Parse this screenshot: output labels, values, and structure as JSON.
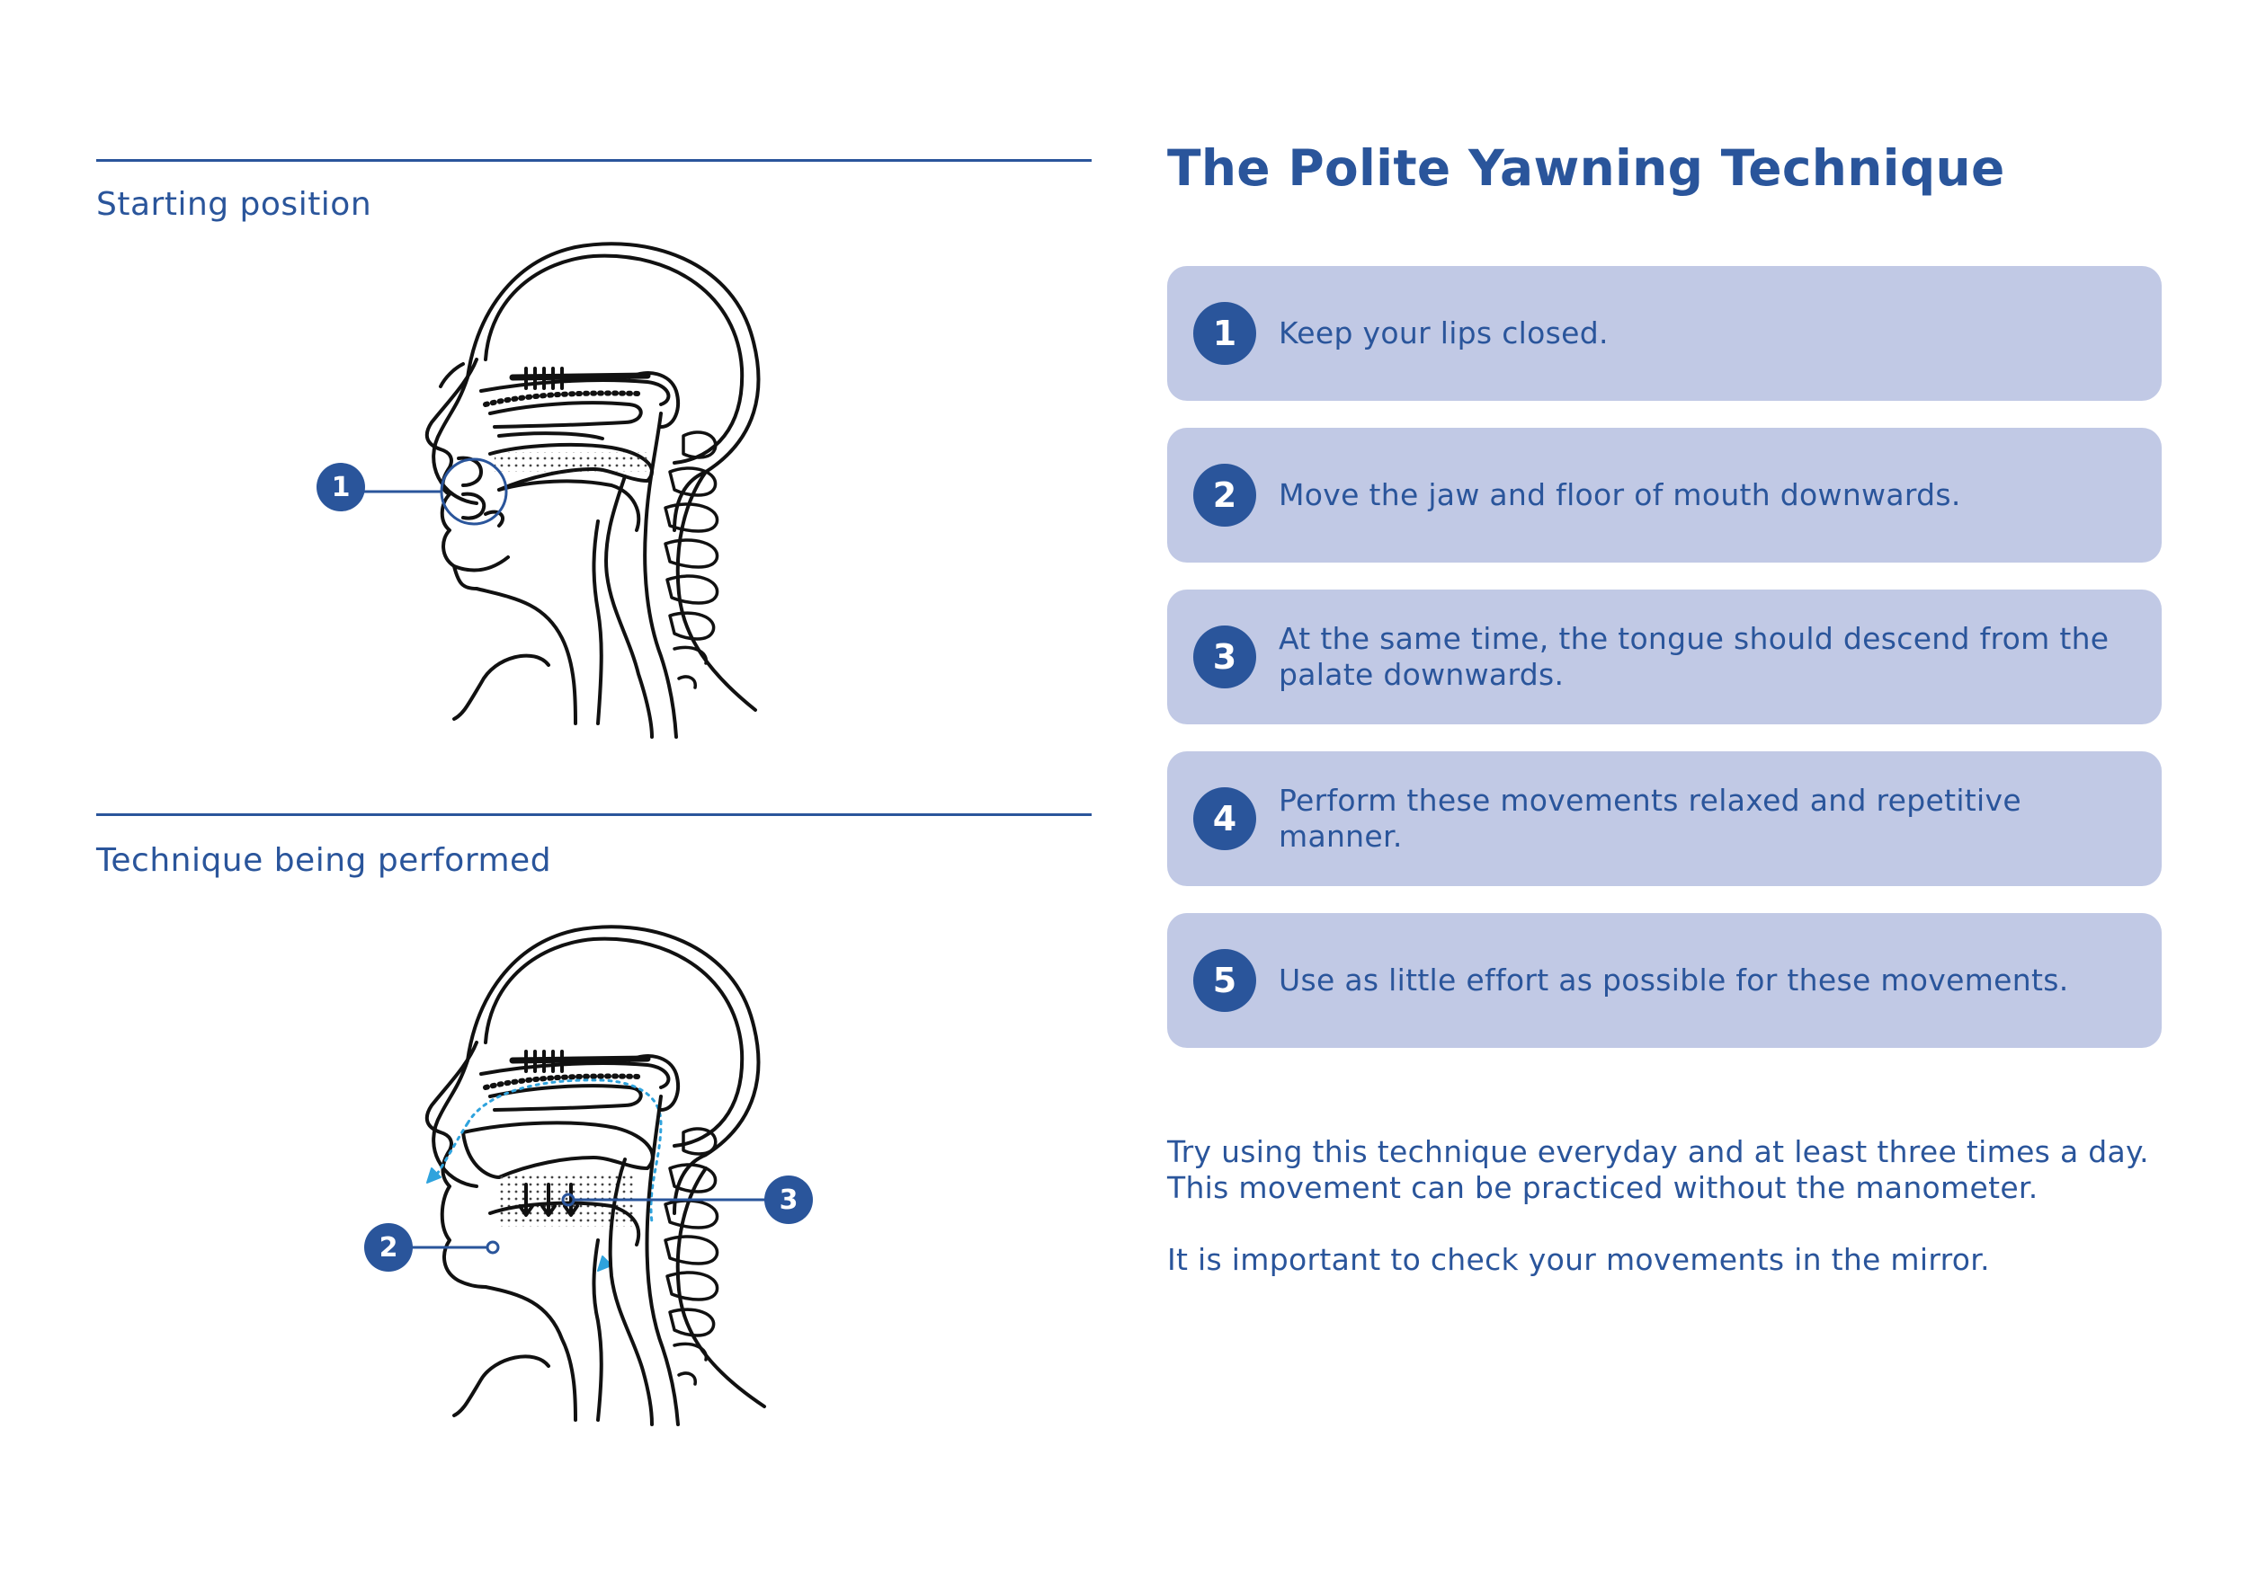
{
  "left": {
    "sections": [
      {
        "label": "Starting position",
        "callouts": [
          "1"
        ]
      },
      {
        "label": "Technique being performed",
        "callouts": [
          "2",
          "3"
        ]
      }
    ]
  },
  "right": {
    "title": "The Polite Yawning Technique",
    "steps": [
      {
        "number": "1",
        "text": "Keep your lips closed."
      },
      {
        "number": "2",
        "text": "Move the jaw and floor of mouth downwards."
      },
      {
        "number": "3",
        "text": "At the same time, the tongue should descend from the palate downwards."
      },
      {
        "number": "4",
        "text": "Perform these movements relaxed and repetitive manner."
      },
      {
        "number": "5",
        "text": "Use as little effort as possible for these movements."
      }
    ],
    "notes": [
      "Try using this technique everyday and at least three times a day. This movement can be practiced without the manometer.",
      "It is important to check your movements in the mirror."
    ]
  },
  "colors": {
    "accent": "#2a559b",
    "card": "#c1c9e5",
    "airflow": "#2fa3dd"
  }
}
